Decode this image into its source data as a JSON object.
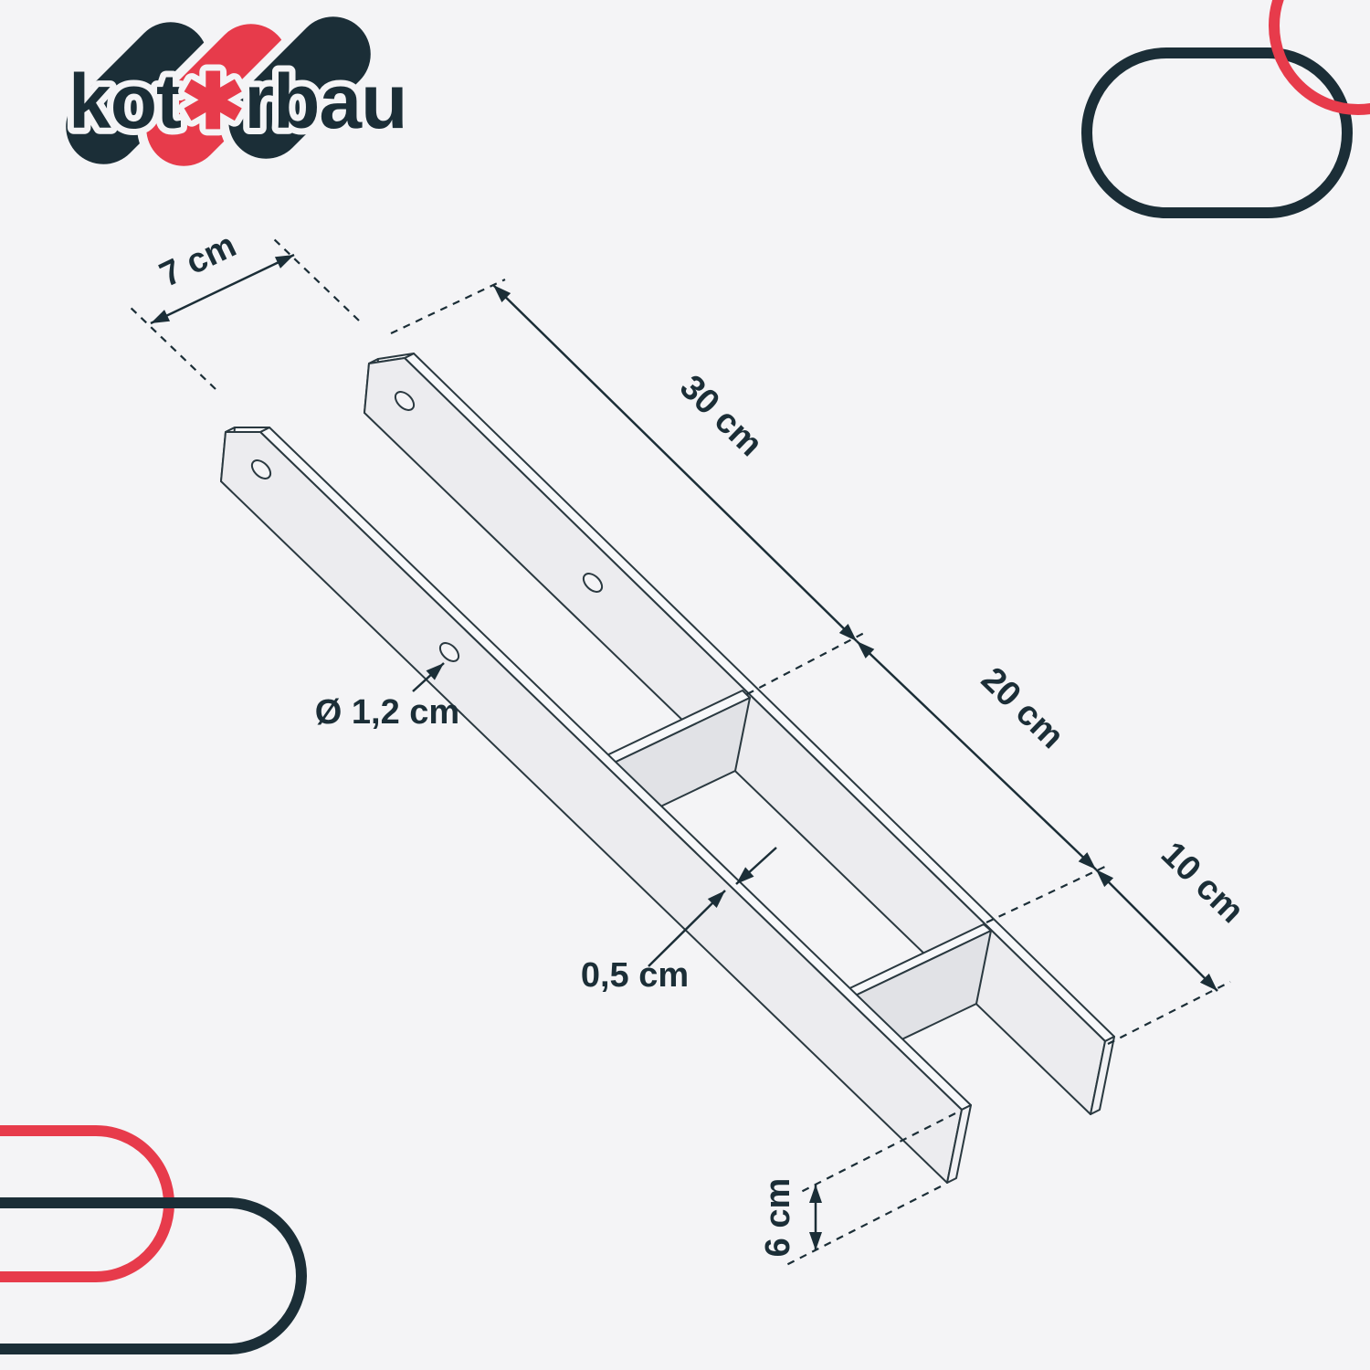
{
  "colors": {
    "background": "#f4f4f6",
    "dark": "#1b2e37",
    "accent_red": "#e73b4b",
    "metal_face": "#ececef",
    "metal_top": "#f7f8fa"
  },
  "logo": {
    "prefix": "kot",
    "symbol": "✱",
    "suffix": "rbau"
  },
  "dimensions": {
    "gap_width": "7 cm",
    "upper_section": "30 cm",
    "middle_section": "20 cm",
    "lower_section": "10 cm",
    "hole_diameter": "Ø 1,2 cm",
    "thickness": "0,5 cm",
    "bottom_width": "6 cm"
  }
}
